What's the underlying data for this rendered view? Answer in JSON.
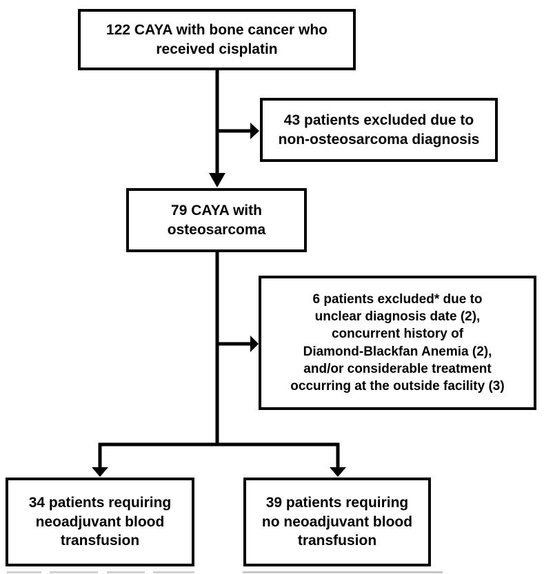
{
  "diagram": {
    "type": "flowchart",
    "colors": {
      "ink": "#000000",
      "background": "#ffffff",
      "artifact_gray": "#aaaaaa"
    },
    "boxes": {
      "cisplatin_cohort": {
        "lines": [
          "122 CAYA with bone cancer who",
          "received cisplatin"
        ]
      },
      "excluded_non_osteosarcoma": {
        "lines": [
          "43 patients excluded due to",
          "non-osteosarcoma diagnosis"
        ]
      },
      "osteosarcoma_cohort": {
        "lines": [
          "79 CAYA with",
          "osteosarcoma"
        ]
      },
      "excluded_six": {
        "lines": [
          "6 patients excluded* due to",
          "unclear diagnosis date (2),",
          "concurrent history of",
          "Diamond-Blackfan Anemia (2),",
          "and/or considerable treatment",
          "occurring at the outside facility (3)"
        ]
      },
      "transfusion_group": {
        "lines": [
          "34 patients requiring",
          "neoadjuvant blood",
          "transfusion"
        ]
      },
      "no_transfusion_group": {
        "lines": [
          "39 patients requiring",
          "no neoadjuvant blood",
          "transfusion"
        ]
      }
    }
  }
}
